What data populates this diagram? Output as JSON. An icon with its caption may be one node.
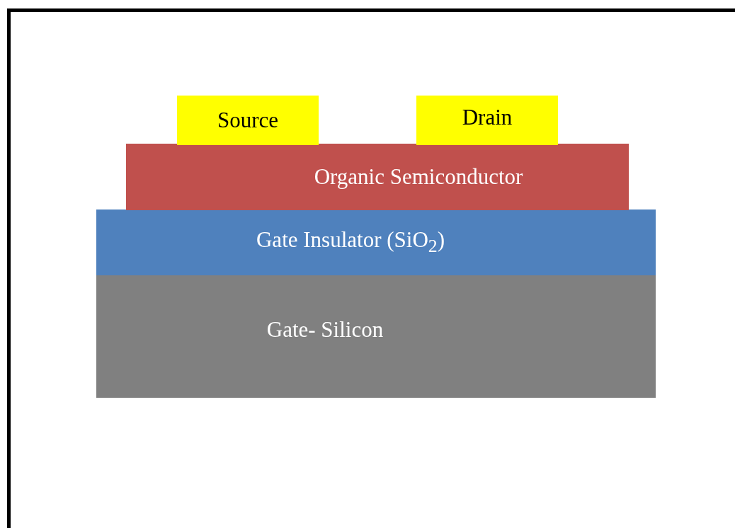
{
  "diagram": {
    "nodes": [
      {
        "text": [
          "Source"
        ]
      },
      {
        "text": [
          "Drain"
        ]
      },
      {
        "text": [
          "Organic Semiconductor"
        ]
      },
      {
        "text": [
          "Gate Insulator (SiO$_{2}$)"
        ]
      },
      {
        "text": [
          "Gate- Silicon"
        ]
      }
    ]
  }
}
